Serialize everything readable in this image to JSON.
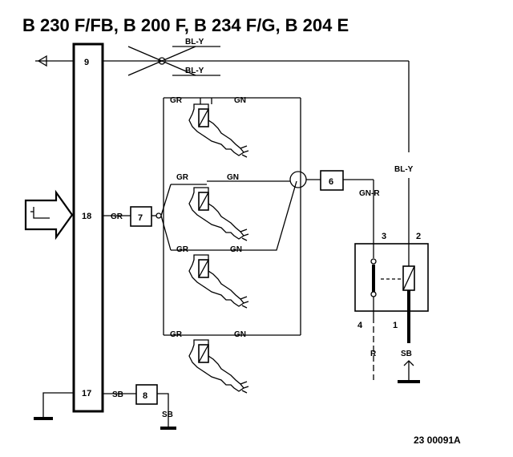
{
  "diagram": {
    "title": "B 230 F/FB, B 200 F, B 234 F/G, B 204 E",
    "reference": "23 00091A",
    "ecu_pins": {
      "top": "9",
      "mid": "18",
      "bottom": "17"
    },
    "components": {
      "c6": "6",
      "c7": "7",
      "c8": "8"
    },
    "relay_pins": {
      "p1": "1",
      "p2": "2",
      "p3": "3",
      "p4": "4"
    },
    "wires": {
      "bl_y_1": "BL-Y",
      "bl_y_2": "BL-Y",
      "bl_y_3": "BL-Y",
      "gr_ecu": "GR",
      "inj1_gr": "GR",
      "inj1_gn": "GN",
      "inj2_gr": "GR",
      "inj2_gn": "GN",
      "inj3_gr": "GR",
      "inj3_gn": "GN",
      "inj4_gr": "GR",
      "inj4_gn": "GN",
      "gn_r": "GN-R",
      "r": "R",
      "sb_relay": "SB",
      "sb_ecu": "SB",
      "sb_ground": "SB"
    }
  }
}
